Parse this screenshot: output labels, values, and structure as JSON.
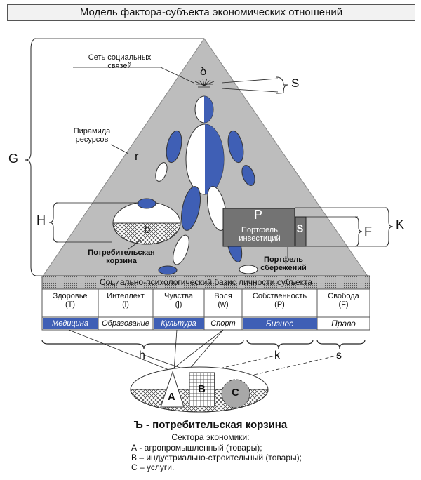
{
  "title": "Модель фактора-субъекта экономических отношений",
  "labels": {
    "social_network": [
      "Сеть социальных",
      "связей"
    ],
    "delta": "δ",
    "S": "S",
    "pyramid_resources": [
      "Пирамида",
      "ресурсов"
    ],
    "r": "r",
    "G": "G",
    "H": "H",
    "b": "b",
    "consumer_basket": [
      "Потребительская",
      "корзина"
    ],
    "P": "P",
    "investment_portfolio": [
      "Портфель",
      "инвестиций"
    ],
    "dollar": "$",
    "savings_portfolio": [
      "Портфель",
      "сбережений"
    ],
    "F": "F",
    "K": "K",
    "h": "h",
    "k": "k",
    "s": "s",
    "A": "A",
    "B": "B",
    "C": "C"
  },
  "basis_title": "Социально-психологический базис личности субъекта",
  "columns": [
    {
      "name": "Здоровье",
      "sym": "(T)",
      "sector": "Медицина",
      "highlight": true
    },
    {
      "name": "Интеллект",
      "sym": "(i)",
      "sector": "Образование",
      "highlight": false
    },
    {
      "name": "Чувства",
      "sym": "(j)",
      "sector": "Культура",
      "highlight": true
    },
    {
      "name": "Воля",
      "sym": "(w)",
      "sector": "Спорт",
      "highlight": false
    },
    {
      "name": "Собственность",
      "sym": "(P)",
      "sector": "Бизнес",
      "highlight": true
    },
    {
      "name": "Свобода",
      "sym": "(F)",
      "sector": "Право",
      "highlight": false
    }
  ],
  "legend": {
    "title": "Ъ - потребительская корзина",
    "subtitle": "Сектора экономики:",
    "items": [
      "А - агропромышленный (товары);",
      "В – индустриально-строительный (товары);",
      "С –  услуги."
    ]
  },
  "colors": {
    "blue": "#3f5fb5",
    "pyramid_fill": "#bdbdbd",
    "basis_header_fill": "#e6e6e6",
    "highlight_fill": "#3f5fb5",
    "portfolio_fill": "#737373"
  }
}
